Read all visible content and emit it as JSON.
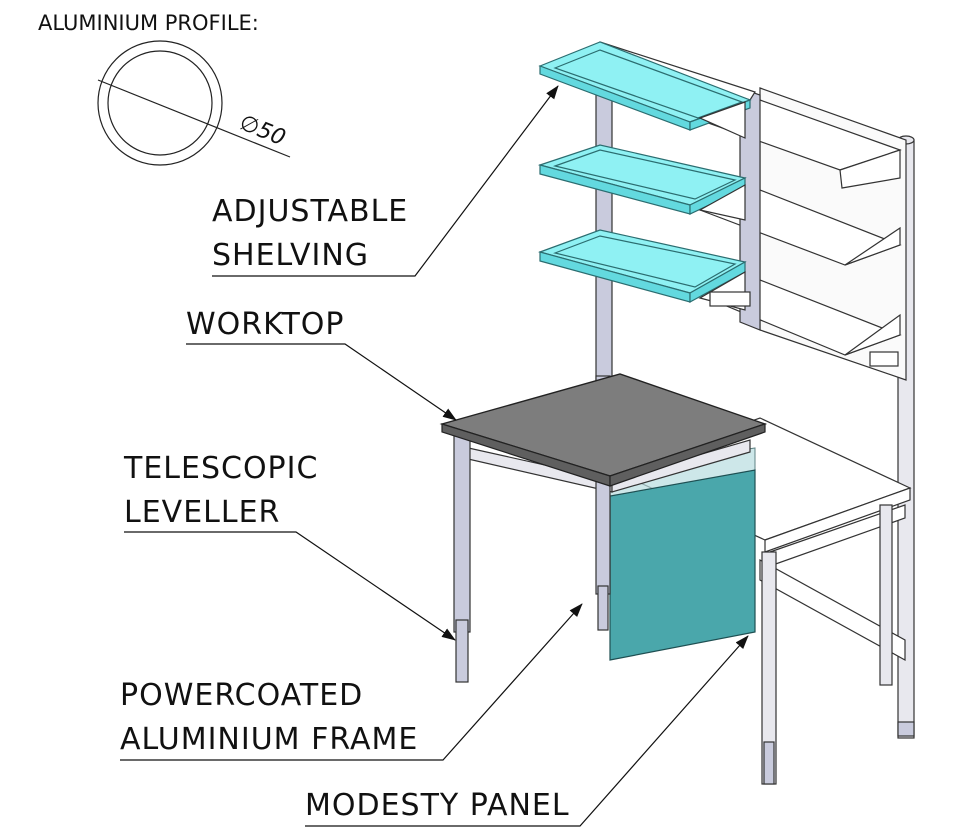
{
  "profile": {
    "title": "ALUMINIUM PROFILE:",
    "diameter": "∅50"
  },
  "labels": {
    "adjustable_shelving_line1": "ADJUSTABLE",
    "adjustable_shelving_line2": "SHELVING",
    "worktop": "WORKTOP",
    "telescopic_leveller_line1": "TELESCOPIC",
    "telescopic_leveller_line2": "LEVELLER",
    "frame_line1": "POWERCOATED",
    "frame_line2": "ALUMINIUM  FRAME",
    "modesty_panel": "MODESTY PANEL"
  },
  "colors": {
    "highlight_shelf": "#8ff1f3",
    "worktop": "#7d7d7d",
    "modesty_panel": "#4aa7ab",
    "frame": "#c9cbdd"
  }
}
